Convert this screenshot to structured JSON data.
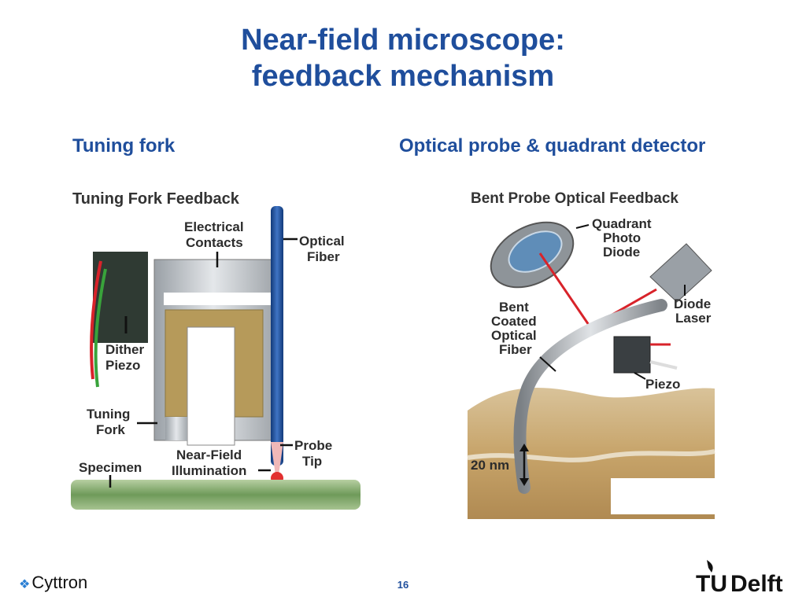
{
  "slide": {
    "title_line1": "Near-field microscope:",
    "title_line2": "feedback mechanism",
    "left_heading": "Tuning fork",
    "right_heading": "Optical probe & quadrant detector",
    "page_number": "16",
    "footer_brand": "Cyttron",
    "logo_text_tu": "TU",
    "logo_text_delft": "Delft"
  },
  "left_figure": {
    "title": "Tuning Fork Feedback",
    "labels": {
      "electrical_contacts_1": "Electrical",
      "electrical_contacts_2": "Contacts",
      "optical_fiber_1": "Optical",
      "optical_fiber_2": "Fiber",
      "dither_piezo_1": "Dither",
      "dither_piezo_2": "Piezo",
      "tuning_fork_1": "Tuning",
      "tuning_fork_2": "Fork",
      "probe_tip_1": "Probe",
      "probe_tip_2": "Tip",
      "near_field_1": "Near-Field",
      "near_field_2": "Illumination",
      "specimen": "Specimen"
    }
  },
  "right_figure": {
    "title": "Bent Probe Optical Feedback",
    "labels": {
      "qpd_1": "Quadrant",
      "qpd_2": "Photo",
      "qpd_3": "Diode",
      "diode_laser_1": "Diode",
      "diode_laser_2": "Laser",
      "bent_1": "Bent",
      "bent_2": "Coated",
      "bent_3": "Optical",
      "bent_4": "Fiber",
      "piezo": "Piezo",
      "distance": "20 nm"
    }
  },
  "colors": {
    "heading_blue": "#1f4e9c",
    "laser_red": "#d8232a",
    "fiber_blue": "#1b4f9c",
    "gold": "#b69a5a"
  }
}
